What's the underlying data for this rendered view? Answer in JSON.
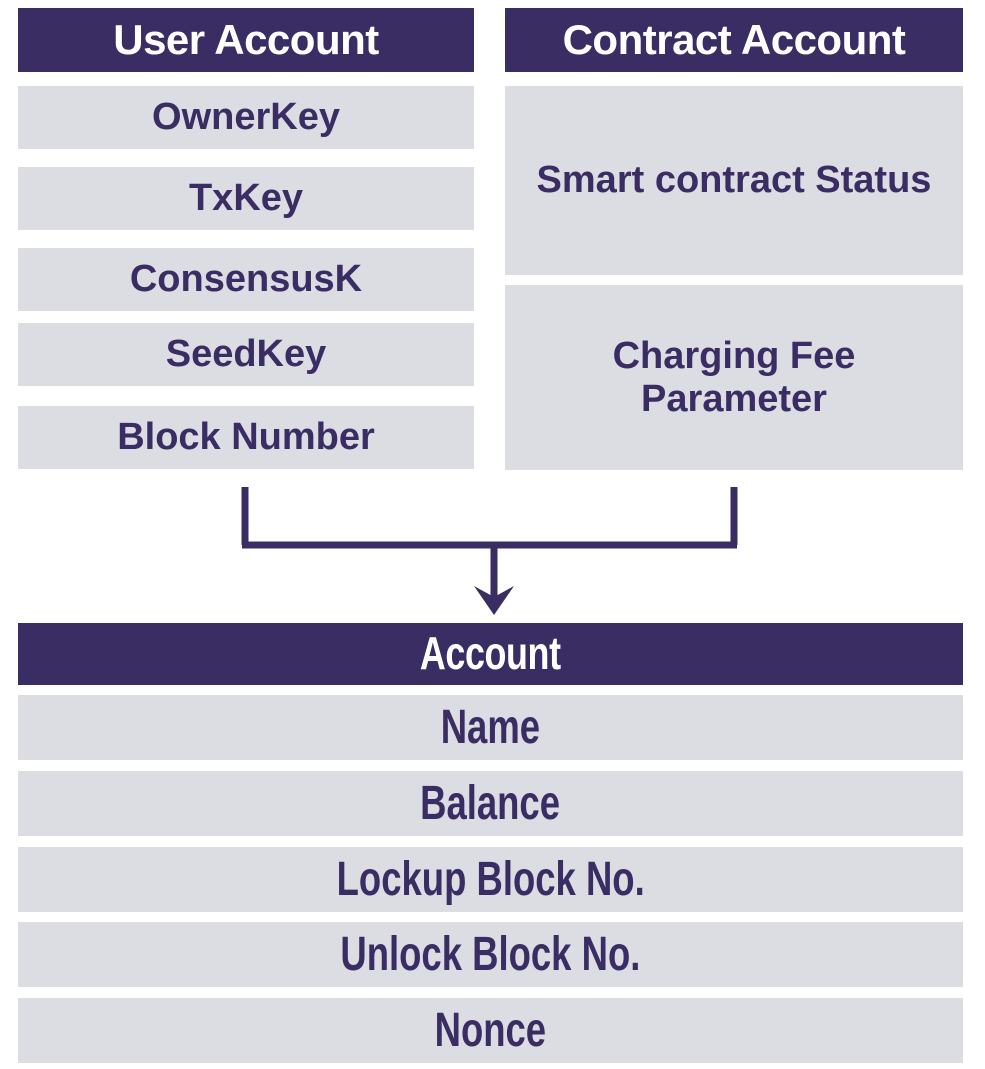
{
  "diagram": {
    "title": "Account structure composition diagram",
    "colors": {
      "header_bg": "#3a2d63",
      "row_bg": "#dcdce3",
      "text_dark": "#3a2d63",
      "text_light": "#ffffff",
      "connector": "#3a2d63",
      "page_bg": "#ffffff"
    }
  },
  "user_account": {
    "header": "User Account",
    "fields": [
      {
        "label": "OwnerKey"
      },
      {
        "label": "TxKey"
      },
      {
        "label": "ConsensusK"
      },
      {
        "label": "SeedKey"
      },
      {
        "label": "Block Number"
      }
    ]
  },
  "contract_account": {
    "header": "Contract Account",
    "fields": [
      {
        "label": "Smart contract Status"
      },
      {
        "label": "Charging Fee Parameter"
      }
    ]
  },
  "connector": {
    "kind": "merge-bracket-arrow",
    "direction": "down",
    "from": [
      "User Account",
      "Contract Account"
    ],
    "to": "Account"
  },
  "account": {
    "header": "Account",
    "fields": [
      {
        "label": "Name"
      },
      {
        "label": "Balance"
      },
      {
        "label": "Lockup Block No."
      },
      {
        "label": "Unlock Block No."
      },
      {
        "label": "Nonce"
      }
    ]
  }
}
